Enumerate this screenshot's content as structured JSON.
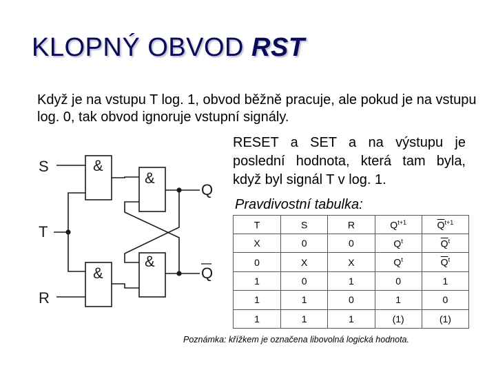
{
  "title": {
    "main": "KLOPNÝ OBVOD ",
    "emph": "RST"
  },
  "intro": "Když je na vstupu T log. 1, obvod běžně pracuje, ale pokud je na vstupu log. 0, tak obvod ignoruje vstupní signály.",
  "side_text": "RESET a SET a na výstupu je poslední hodnota, která tam byla, když byl signál T v log. 1.",
  "circuit": {
    "inputs": {
      "s": "S",
      "t": "T",
      "r": "R"
    },
    "outputs": {
      "q": "Q",
      "qbar": "Q"
    },
    "gate_symbol": "&"
  },
  "truth_table": {
    "label": "Pravdivostní tabulka:",
    "headers": [
      {
        "base": "T",
        "sup": ""
      },
      {
        "base": "S",
        "sup": ""
      },
      {
        "base": "R",
        "sup": ""
      },
      {
        "base": "Q",
        "sup": "t+1"
      },
      {
        "base": "Q",
        "sup": "t+1"
      }
    ],
    "rows": [
      [
        {
          "base": "X",
          "sup": ""
        },
        {
          "base": "0",
          "sup": ""
        },
        {
          "base": "0",
          "sup": ""
        },
        {
          "base": "Q",
          "sup": "t"
        },
        {
          "base": "Q",
          "sup": "t"
        }
      ],
      [
        {
          "base": "0",
          "sup": ""
        },
        {
          "base": "X",
          "sup": ""
        },
        {
          "base": "X",
          "sup": ""
        },
        {
          "base": "Q",
          "sup": "t"
        },
        {
          "base": "Q",
          "sup": "t"
        }
      ],
      [
        {
          "base": "1",
          "sup": ""
        },
        {
          "base": "0",
          "sup": ""
        },
        {
          "base": "1",
          "sup": ""
        },
        {
          "base": "0",
          "sup": ""
        },
        {
          "base": "1",
          "sup": ""
        }
      ],
      [
        {
          "base": "1",
          "sup": ""
        },
        {
          "base": "1",
          "sup": ""
        },
        {
          "base": "0",
          "sup": ""
        },
        {
          "base": "1",
          "sup": ""
        },
        {
          "base": "0",
          "sup": ""
        }
      ],
      [
        {
          "base": "1",
          "sup": ""
        },
        {
          "base": "1",
          "sup": ""
        },
        {
          "base": "1",
          "sup": ""
        },
        {
          "base": "(1)",
          "sup": ""
        },
        {
          "base": "(1)",
          "sup": ""
        }
      ]
    ]
  },
  "note": "Poznámka: křížkem je označena libovolná logická hodnota."
}
